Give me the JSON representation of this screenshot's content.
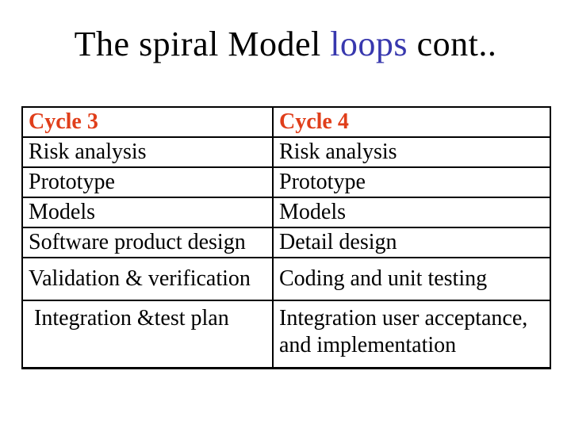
{
  "title": {
    "prefix": "The spiral Model ",
    "highlight": "loops",
    "suffix": " cont.."
  },
  "colors": {
    "background": "#ffffff",
    "title_text": "#000000",
    "title_highlight": "#3838ae",
    "table_header_text": "#e03e1a",
    "table_body_text": "#000000",
    "table_border": "#000000"
  },
  "table": {
    "columns": [
      {
        "header": "Cycle 3",
        "rows": [
          "Risk analysis",
          "Prototype",
          "Models",
          "Software product design",
          "Validation & verification",
          " Integration &test plan"
        ]
      },
      {
        "header": "Cycle 4",
        "rows": [
          "Risk analysis",
          "Prototype",
          "Models",
          "Detail design",
          "Coding and unit testing",
          "Integration user acceptance,\nand implementation"
        ]
      }
    ]
  }
}
